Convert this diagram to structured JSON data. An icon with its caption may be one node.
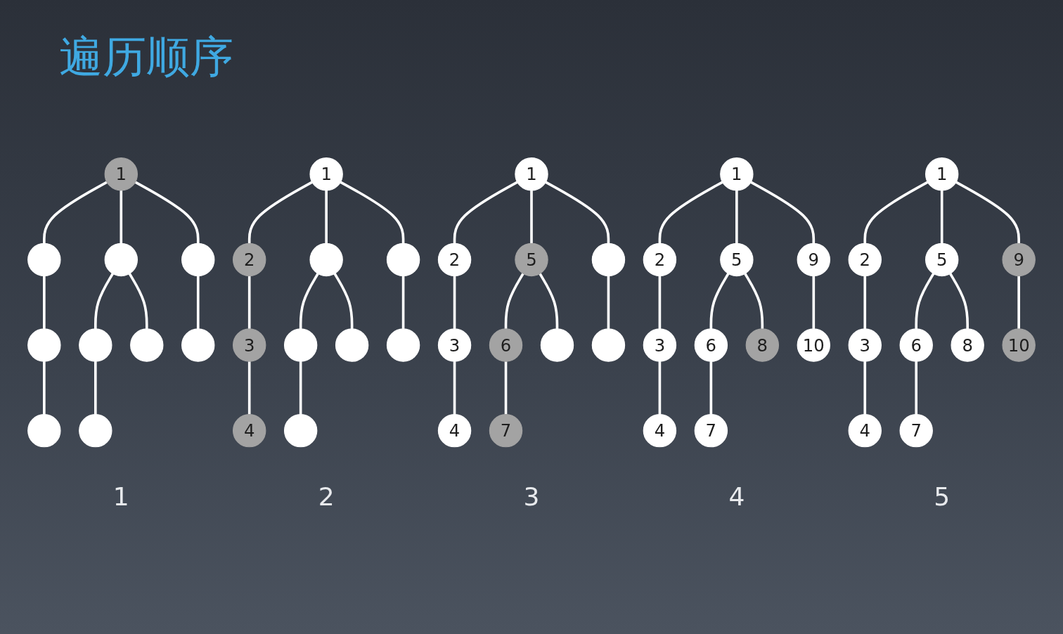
{
  "diagram": {
    "title": "遍历顺序",
    "nodes": [
      {
        "text": [
          "1"
        ]
      },
      {
        "text": [],
        "shape": "circle"
      },
      {
        "text": [],
        "shape": "circle"
      },
      {
        "text": [],
        "shape": "circle"
      },
      {
        "text": [],
        "shape": "circle"
      },
      {
        "text": [],
        "shape": "circle"
      },
      {
        "text": [],
        "shape": "circle"
      },
      {
        "text": [],
        "shape": "circle"
      },
      {
        "text": [],
        "shape": "circle"
      },
      {
        "text": [],
        "shape": "circle"
      },
      {
        "text": [
          "1"
        ]
      },
      {
        "text": [
          "2"
        ]
      },
      {
        "text": [],
        "shape": "circle"
      },
      {
        "text": [],
        "shape": "circle"
      },
      {
        "text": [
          "3"
        ]
      },
      {
        "text": [],
        "shape": "circle"
      },
      {
        "text": [],
        "shape": "circle"
      },
      {
        "text": [],
        "shape": "circle"
      },
      {
        "text": [
          "4"
        ]
      },
      {
        "text": [],
        "shape": "circle"
      },
      {
        "text": [
          "1"
        ]
      },
      {
        "text": [
          "2"
        ]
      },
      {
        "text": [
          "5"
        ]
      },
      {
        "text": [],
        "shape": "circle"
      },
      {
        "text": [
          "3"
        ]
      },
      {
        "text": [
          "6"
        ]
      },
      {
        "text": [],
        "shape": "circle"
      },
      {
        "text": [],
        "shape": "circle"
      },
      {
        "text": [
          "4"
        ]
      },
      {
        "text": [
          "7"
        ]
      },
      {
        "text": [
          "1"
        ]
      },
      {
        "text": [
          "2"
        ]
      },
      {
        "text": [
          "5"
        ]
      },
      {
        "text": [
          "9"
        ]
      },
      {
        "text": [
          "3"
        ]
      },
      {
        "text": [
          "6"
        ]
      },
      {
        "text": [
          "8"
        ]
      },
      {
        "text": [
          "10"
        ]
      },
      {
        "text": [
          "4"
        ]
      },
      {
        "text": [
          "7"
        ]
      },
      {
        "text": [
          "1"
        ]
      },
      {
        "text": [
          "2"
        ]
      },
      {
        "text": [
          "5"
        ]
      },
      {
        "text": [
          "9"
        ]
      },
      {
        "text": [
          "3"
        ]
      },
      {
        "text": [
          "6"
        ]
      },
      {
        "text": [
          "8"
        ]
      },
      {
        "text": [
          "10"
        ]
      },
      {
        "text": [
          "4"
        ]
      },
      {
        "text": [
          "7"
        ]
      }
    ],
    "edges": [
      {
        "from": 0,
        "to": 1,
        "arrow": "none"
      },
      {
        "from": 0,
        "to": 2,
        "arrow": "none"
      },
      {
        "from": 0,
        "to": 3,
        "arrow": "none"
      },
      {
        "from": 1,
        "to": 4,
        "arrow": "none"
      },
      {
        "from": 2,
        "to": 5,
        "arrow": "none"
      },
      {
        "from": 2,
        "to": 6,
        "arrow": "none"
      },
      {
        "from": 3,
        "to": 7,
        "arrow": "none"
      },
      {
        "from": 4,
        "to": 8,
        "arrow": "none"
      },
      {
        "from": 5,
        "to": 9,
        "arrow": "none"
      },
      {
        "from": 10,
        "to": 11,
        "arrow": "none"
      },
      {
        "from": 10,
        "to": 12,
        "arrow": "none"
      },
      {
        "from": 10,
        "to": 13,
        "arrow": "none"
      },
      {
        "from": 11,
        "to": 14,
        "arrow": "none"
      },
      {
        "from": 12,
        "to": 15,
        "arrow": "none"
      },
      {
        "from": 12,
        "to": 16,
        "arrow": "none"
      },
      {
        "from": 13,
        "to": 17,
        "arrow": "none"
      },
      {
        "from": 14,
        "to": 18,
        "arrow": "none"
      },
      {
        "from": 15,
        "to": 19,
        "arrow": "none"
      },
      {
        "from": 20,
        "to": 21,
        "arrow": "none"
      },
      {
        "from": 20,
        "to": 22,
        "arrow": "none"
      },
      {
        "from": 20,
        "to": 23,
        "arrow": "none"
      },
      {
        "from": 21,
        "to": 24,
        "arrow": "none"
      },
      {
        "from": 22,
        "to": 25,
        "arrow": "none"
      },
      {
        "from": 22,
        "to": 26,
        "arrow": "none"
      },
      {
        "from": 23,
        "to": 27,
        "arrow": "none"
      },
      {
        "from": 24,
        "to": 28,
        "arrow": "none"
      },
      {
        "from": 25,
        "to": 29,
        "arrow": "none"
      },
      {
        "from": 30,
        "to": 31,
        "arrow": "none"
      },
      {
        "from": 30,
        "to": 32,
        "arrow": "none"
      },
      {
        "from": 30,
        "to": 33,
        "arrow": "none"
      },
      {
        "from": 31,
        "to": 34,
        "arrow": "none"
      },
      {
        "from": 32,
        "to": 35,
        "arrow": "none"
      },
      {
        "from": 32,
        "to": 36,
        "arrow": "none"
      },
      {
        "from": 33,
        "to": 37,
        "arrow": "none"
      },
      {
        "from": 34,
        "to": 38,
        "arrow": "none"
      },
      {
        "from": 35,
        "to": 39,
        "arrow": "none"
      },
      {
        "from": 40,
        "to": 41,
        "arrow": "none"
      },
      {
        "from": 40,
        "to": 42,
        "arrow": "none"
      },
      {
        "from": 40,
        "to": 43,
        "arrow": "none"
      },
      {
        "from": 41,
        "to": 44,
        "arrow": "none"
      },
      {
        "from": 42,
        "to": 45,
        "arrow": "none"
      },
      {
        "from": 42,
        "to": 46,
        "arrow": "none"
      },
      {
        "from": 43,
        "to": 47,
        "arrow": "none"
      },
      {
        "from": 44,
        "to": 48,
        "arrow": "none"
      },
      {
        "from": 45,
        "to": 49,
        "arrow": "none"
      }
    ],
    "labels": [
      "1",
      "2",
      "3",
      "4",
      "5"
    ]
  }
}
